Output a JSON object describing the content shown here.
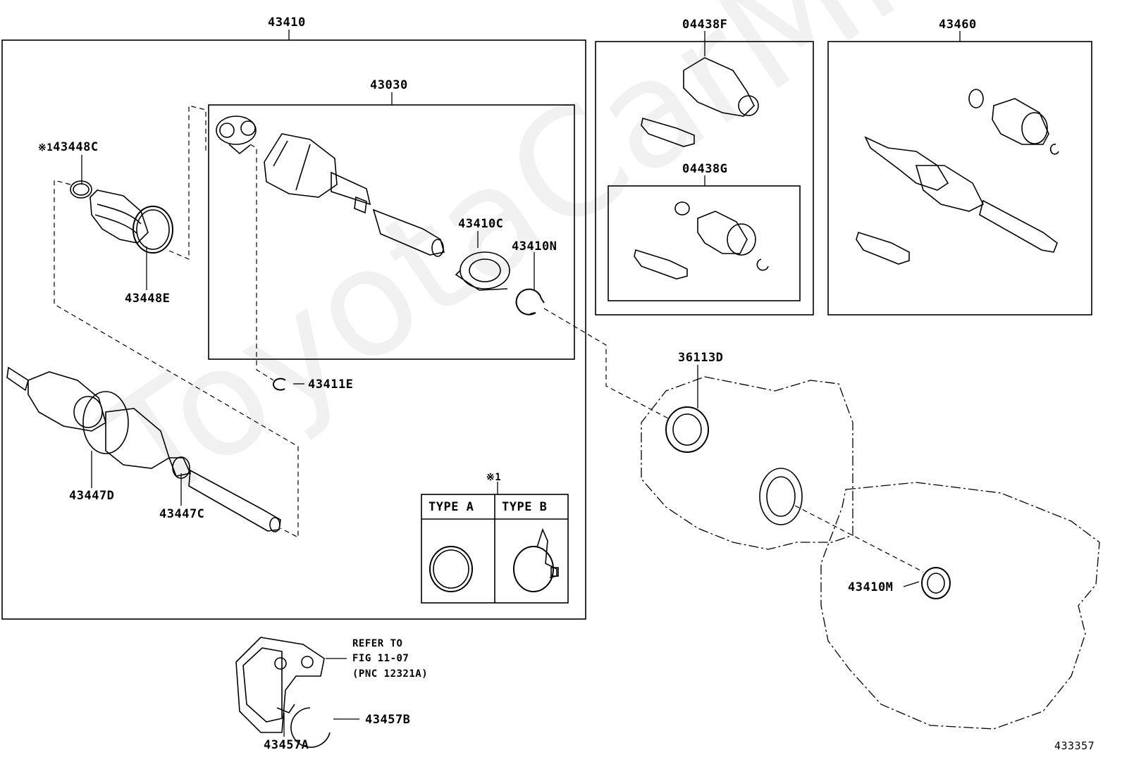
{
  "watermark": "ToyotaCarMineru",
  "figure_number": "433357",
  "parts": {
    "p43410": "43410",
    "p43030": "43030",
    "p43448C": "43448C",
    "p43448C_mark": "※1",
    "p43448E": "43448E",
    "p43410C": "43410C",
    "p43410N": "43410N",
    "p43411E": "43411E",
    "p43447D": "43447D",
    "p43447C": "43447C",
    "p04438F": "04438F",
    "p04438G": "04438G",
    "p43460": "43460",
    "p36113D": "36113D",
    "p43410M": "43410M",
    "p43457B": "43457B",
    "p43457A": "43457A"
  },
  "clamp_table": {
    "mark": "※1",
    "type_a": "TYPE A",
    "type_b": "TYPE B"
  },
  "refer_note": {
    "line1": "REFER TO",
    "line2": "FIG 11-07",
    "line3": "(PNC 12321A)"
  }
}
